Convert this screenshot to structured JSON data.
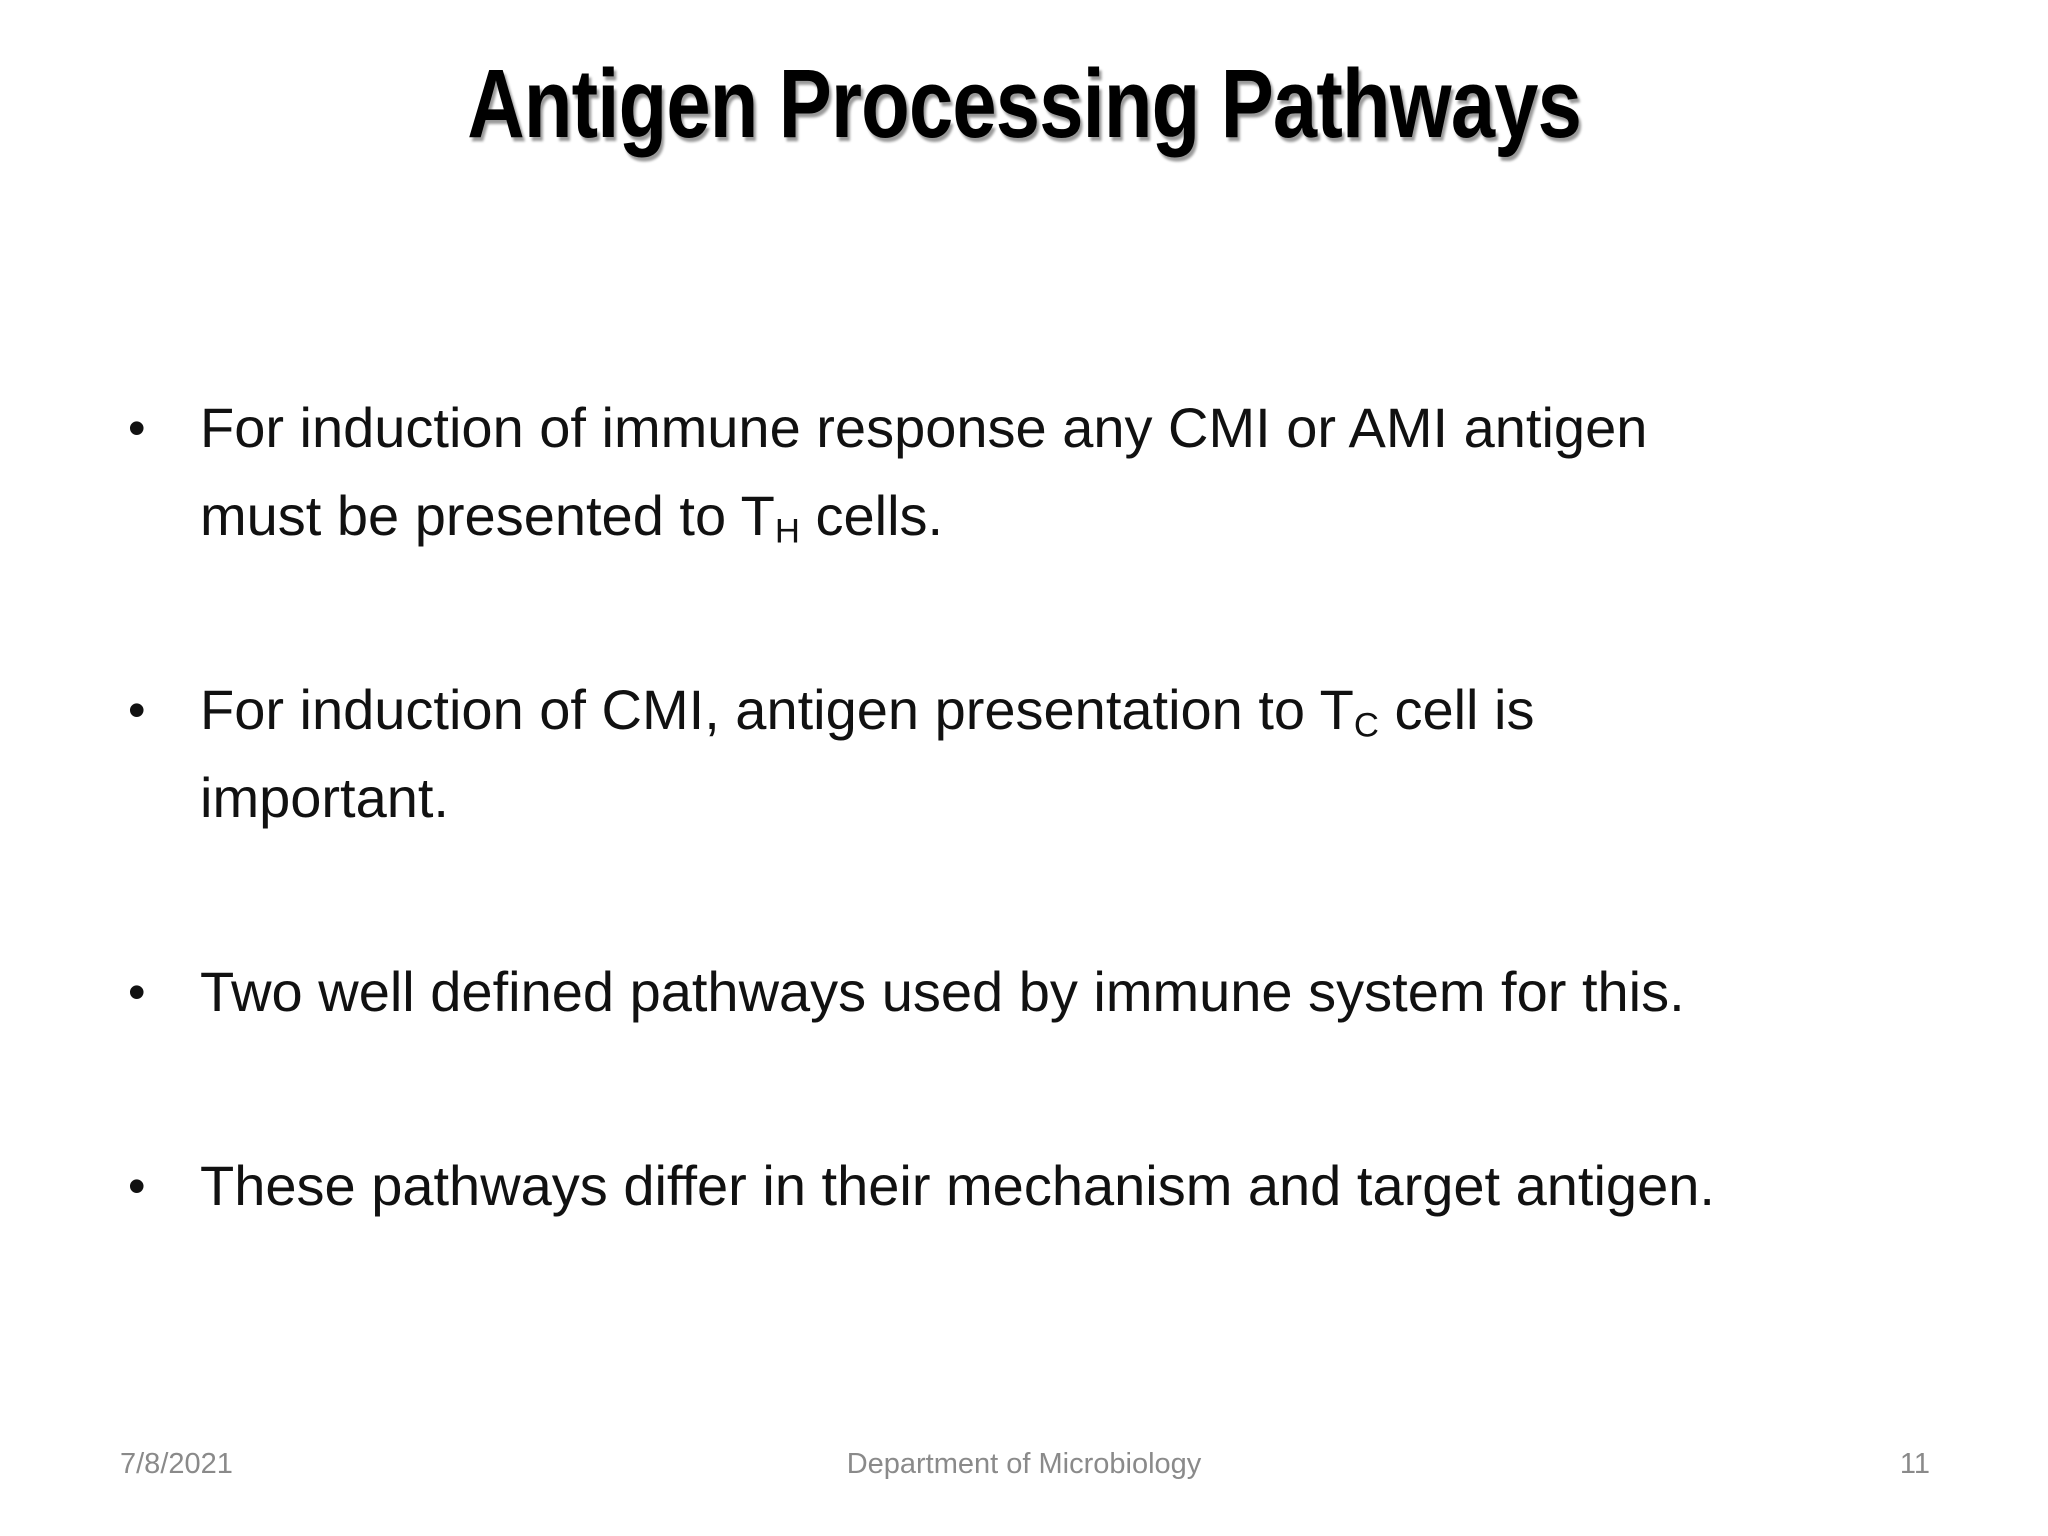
{
  "slide": {
    "title": "Antigen Processing Pathways",
    "bullet_char": "•",
    "bullets": [
      {
        "pre": "For induction of immune response any CMI or AMI antigen\nmust be presented to T",
        "sub": "H",
        "post": " cells."
      },
      {
        "pre": "For induction of CMI, antigen presentation to T",
        "sub": "C",
        "post": " cell is\nimportant."
      },
      {
        "pre": "Two well defined pathways used by immune system for this."
      },
      {
        "pre": "These pathways differ in their mechanism and target antigen."
      }
    ],
    "footer": {
      "date": "7/8/2021",
      "center": "Department of Microbiology",
      "page": "11"
    }
  },
  "colors": {
    "background": "#ffffff",
    "body_text": "#111111",
    "title_text": "#000000",
    "footer_text": "#8a8a8a"
  }
}
